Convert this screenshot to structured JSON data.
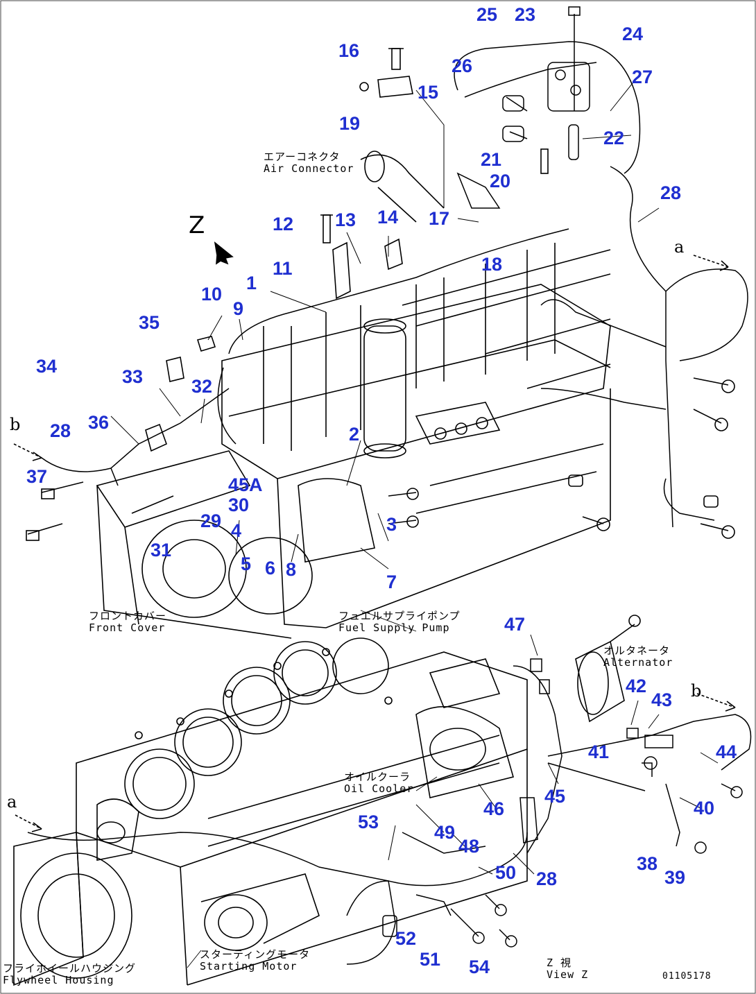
{
  "figure": {
    "drawing_number": "01105178",
    "view_label": {
      "jp": "Z 視",
      "en": "View Z"
    },
    "view_marker": "Z",
    "section_markers": {
      "a_upper": "a",
      "b_left": "b",
      "a_lower": "a",
      "b_right": "b"
    }
  },
  "labels": {
    "air_connector": {
      "jp": "エアーコネクタ",
      "en": "Air Connector"
    },
    "front_cover": {
      "jp": "フロントカバー",
      "en": "Front Cover"
    },
    "fuel_supply_pump": {
      "jp": "フュエルサプライポンプ",
      "en": "Fuel Supply Pump"
    },
    "alternator": {
      "jp": "オルタネータ",
      "en": "Alternator"
    },
    "oil_cooler": {
      "jp": "オイルクーラ",
      "en": "Oil Cooler"
    },
    "starting_motor": {
      "jp": "スターティングモータ",
      "en": "Starting Motor"
    },
    "flywheel_housing": {
      "jp": "フライホイールハウジング",
      "en": "Flywheel Housing"
    }
  },
  "callouts": [
    "1",
    "2",
    "3",
    "4",
    "5",
    "6",
    "7",
    "8",
    "9",
    "10",
    "11",
    "12",
    "13",
    "14",
    "15",
    "16",
    "17",
    "18",
    "19",
    "20",
    "21",
    "22",
    "23",
    "24",
    "25",
    "26",
    "27",
    "28",
    "28",
    "28",
    "28",
    "29",
    "30",
    "31",
    "32",
    "33",
    "34",
    "35",
    "36",
    "37",
    "38",
    "39",
    "40",
    "41",
    "42",
    "43",
    "44",
    "45",
    "45A",
    "46",
    "47",
    "48",
    "49",
    "50",
    "51",
    "52",
    "53",
    "54"
  ],
  "colors": {
    "callout": "#1f2fd0",
    "line": "#000000",
    "background": "#ffffff"
  }
}
